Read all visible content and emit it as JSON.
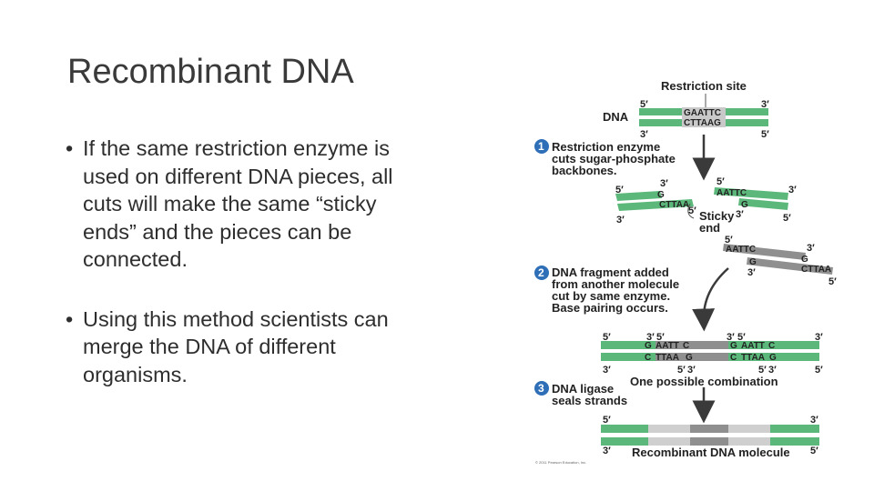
{
  "slide": {
    "title": "Recombinant DNA",
    "bullets": [
      "If the same restriction enzyme is used on different DNA pieces, all cuts will make the same “sticky ends” and the pieces can be connected.",
      "Using this method scientists can merge the DNA of different organisms."
    ]
  },
  "figure": {
    "restriction_site_label": "Restriction site",
    "dna_label": "DNA",
    "prime5": "5′",
    "prime3": "3′",
    "seq_gaattc": "GAATTC",
    "seq_cttaag": "CTTAAG",
    "step1_num": "1",
    "step1_lines": [
      "Restriction enzyme",
      "cuts sugar-phosphate",
      "backbones."
    ],
    "step2_num": "2",
    "step2_lines": [
      "DNA fragment added",
      "from another molecule",
      "cut by same enzyme.",
      "Base pairing occurs."
    ],
    "step3_num": "3",
    "step3_lines": [
      "DNA ligase",
      "seals strands"
    ],
    "sticky_end_lines": [
      "Sticky",
      "end"
    ],
    "one_possible_label": "One possible combination",
    "recombinant_label": "Recombinant DNA molecule",
    "seq_g": "G",
    "seq_c": "C",
    "seq_aattc": "AATTC",
    "seq_cttaa": "CTTAA",
    "seq_aatt": "AATT",
    "seq_ttaa": "TTAA",
    "copyright": "© 2011 Pearson Education, Inc."
  },
  "colors": {
    "strand_green": "#5cb87a",
    "strand_gray": "#8f8f8f",
    "arrow_gray": "#3a3a3a",
    "step_blue": "#2e6fb8"
  }
}
